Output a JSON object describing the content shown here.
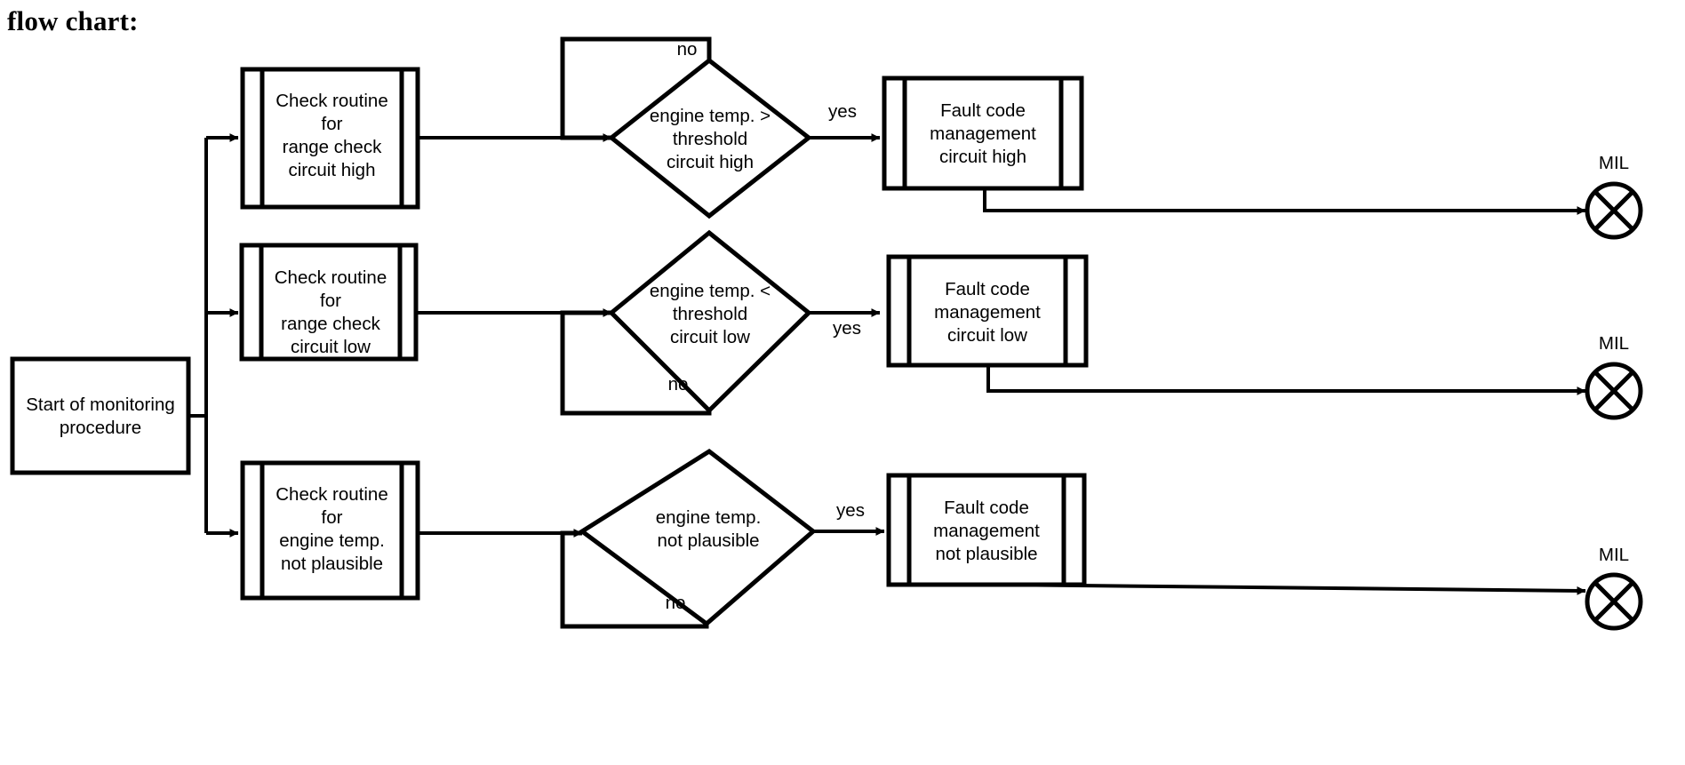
{
  "title": "flow chart:",
  "nodes": {
    "start": {
      "label": "Start of monitoring\nprocedure",
      "shape": "rectangle"
    },
    "check_high": {
      "label": "Check routine\nfor\nrange check\ncircuit high",
      "shape": "predefined-process"
    },
    "check_low": {
      "label": "Check routine\nfor\nrange check\ncircuit low",
      "shape": "predefined-process"
    },
    "check_plaus": {
      "label": "Check routine\nfor\nengine temp.\nnot plausible",
      "shape": "predefined-process"
    },
    "dec_high": {
      "label": "engine temp. >\nthreshold\ncircuit high",
      "shape": "decision"
    },
    "dec_low": {
      "label": "engine temp. <\nthreshold\ncircuit low",
      "shape": "decision"
    },
    "dec_plaus": {
      "label": "engine temp.\nnot plausible",
      "shape": "decision"
    },
    "fault_high": {
      "label": "Fault code\nmanagement\ncircuit high",
      "shape": "predefined-process"
    },
    "fault_low": {
      "label": "Fault code\nmanagement\ncircuit low",
      "shape": "predefined-process"
    },
    "fault_plaus": {
      "label": "Fault code\nmanagement\nnot plausible",
      "shape": "predefined-process"
    },
    "mil_high": {
      "label": "MIL",
      "shape": "circle-x"
    },
    "mil_low": {
      "label": "MIL",
      "shape": "circle-x"
    },
    "mil_plaus": {
      "label": "MIL",
      "shape": "circle-x"
    }
  },
  "edge_labels": {
    "no_high": "no",
    "yes_high": "yes",
    "no_low": "no",
    "yes_low": "yes",
    "no_plaus": "no",
    "yes_plaus": "yes"
  },
  "colors": {
    "stroke": "#000000",
    "fill": "#ffffff",
    "text": "#000000",
    "background": "#ffffff"
  }
}
